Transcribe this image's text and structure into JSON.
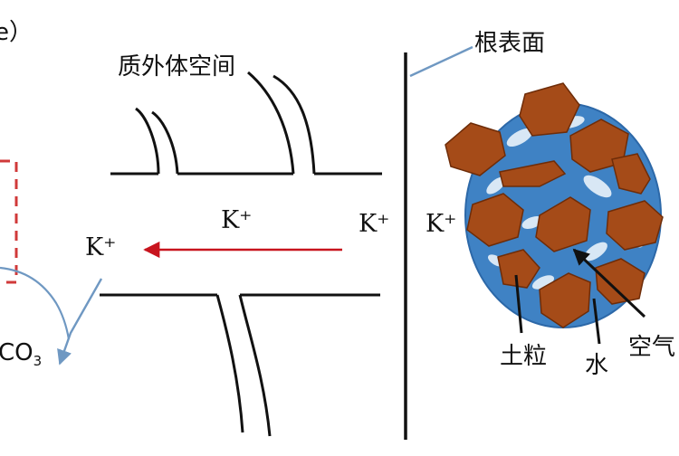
{
  "labels": {
    "corner_fragment": "e）",
    "apoplast": "质外体空间",
    "root_surface": "根表面",
    "k_ion": "K⁺",
    "k_ion_left": "K⁺",
    "co_fragment": "CO",
    "co_subscript": "3",
    "soil_particle": "土粒",
    "water": "水",
    "air": "空气"
  },
  "colors": {
    "ink": "#111111",
    "arrow_red": "#c8141e",
    "dashed_red": "#d03a3a",
    "pointer_blue": "#6f98c2",
    "soil_ball": "#3f82c4",
    "soil_ball_edge": "#2c68a8",
    "particle": "#a54b18",
    "particle_edge": "#6e2c08",
    "air_pocket": "#e9f3fb"
  }
}
